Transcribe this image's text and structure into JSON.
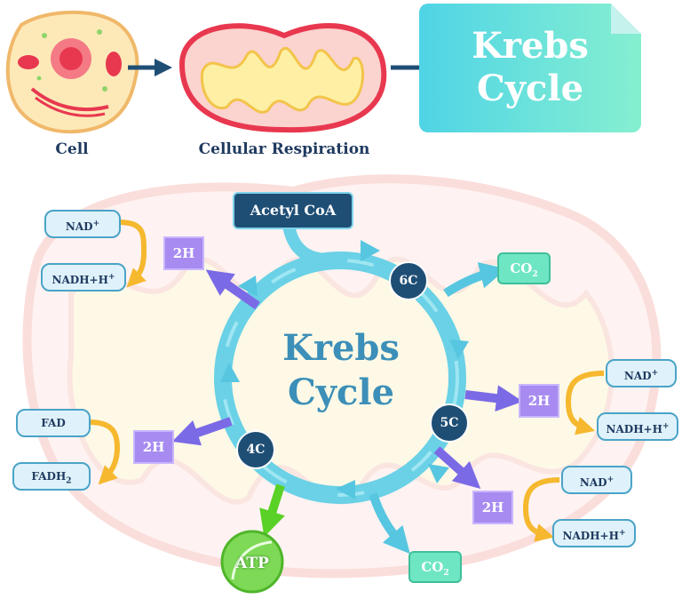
{
  "top": {
    "cell_label": "Cell",
    "respiration_label": "Cellular Respiration",
    "card_line1": "Krebs",
    "card_line2": "Cycle"
  },
  "cycle": {
    "input_label": "Acetyl CoA",
    "center_line1": "Krebs",
    "center_line2": "Cycle",
    "node_6c": "6C",
    "node_5c": "5C",
    "node_4c": "4C",
    "atp_label": "ATP"
  },
  "left": {
    "nad_top": "NAD",
    "nadh_top": "NADH+H",
    "h2_top": "2H",
    "fad": "FAD",
    "fadh2": "FADH",
    "h2_fad": "2H"
  },
  "right": {
    "co2_top_main": "CO",
    "co2_bottom_main": "CO",
    "h2_mid": "2H",
    "nad_mid": "NAD",
    "nadh_mid": "NADH+H",
    "h2_bottom": "2H",
    "nad_bottom": "NAD",
    "nadh_bottom": "NADH+H"
  },
  "glyphs": {
    "plus": "+",
    "two": "2"
  },
  "colors": {
    "cycle": "#6ad1e6",
    "arrow_purple": "#7b6ae6",
    "arrow_yellow": "#f5b82e",
    "arrow_green": "#59d126",
    "dark_node": "#1f4e75",
    "label_blue": "#1f3a5f"
  }
}
